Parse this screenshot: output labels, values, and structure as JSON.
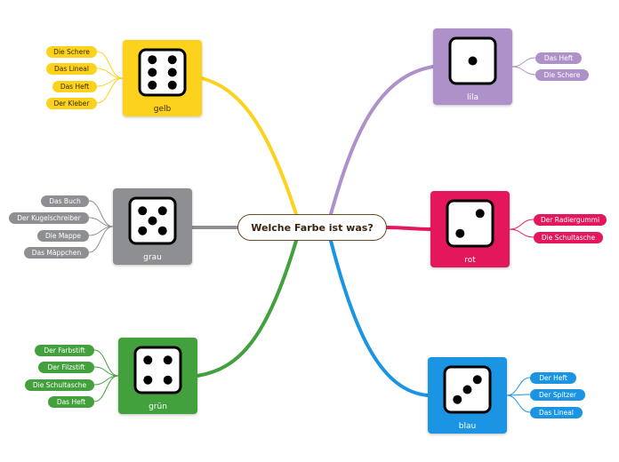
{
  "center": {
    "title": "Welche Farbe ist was?"
  },
  "branches": {
    "gelb": {
      "label": "gelb",
      "dice": 6,
      "color": "#fcd21c",
      "items": [
        "Die Schere",
        "Das Lineal",
        "Das Heft",
        "Der Kleber"
      ]
    },
    "grau": {
      "label": "grau",
      "dice": 5,
      "color": "#8e8f93",
      "items": [
        "Das Buch",
        "Der Kugelschreiber",
        "Die Mappe",
        "Das Mäppchen"
      ]
    },
    "gruen": {
      "label": "grün",
      "dice": 4,
      "color": "#42a13c",
      "items": [
        "Der Farbstift",
        "Der Filzstift",
        "Die Schultasche",
        "Das Heft"
      ]
    },
    "lila": {
      "label": "lila",
      "dice": 1,
      "color": "#ae91c8",
      "items": [
        "Das Heft",
        "Die Schere"
      ]
    },
    "rot": {
      "label": "rot",
      "dice": 2,
      "color": "#e5175c",
      "items": [
        "Der Radiergummi",
        "Die Schultasche"
      ]
    },
    "blau": {
      "label": "blau",
      "dice": 3,
      "color": "#1b95e3",
      "items": [
        "Der Heft",
        "Der Spitzer",
        "Das Lineal"
      ]
    }
  }
}
